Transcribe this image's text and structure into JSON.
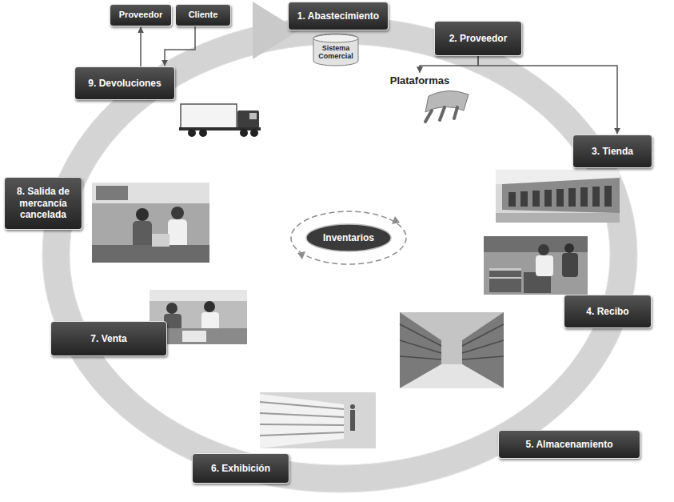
{
  "diagram": {
    "nodes": [
      {
        "text": [
          "Proveedor"
        ]
      },
      {
        "text": [
          "Cliente"
        ]
      },
      {
        "text": [
          "1. Abastecimiento"
        ]
      },
      {
        "text": [
          "Sistema Comercial"
        ]
      },
      {
        "text": [
          "2. Proveedor"
        ]
      },
      {
        "text": [
          "Plataformas"
        ]
      },
      {
        "text": [
          "3. Tienda"
        ]
      },
      {
        "text": [
          "9. Devoluciones"
        ]
      },
      {
        "text": [
          "Inventarios"
        ]
      },
      {
        "text": [
          "8. Salida de mercancía cancelada"
        ]
      },
      {
        "text": [
          "4. Recibo"
        ]
      },
      {
        "text": [
          "5. Almacenamiento"
        ]
      },
      {
        "text": [
          "7. Venta"
        ]
      },
      {
        "text": [
          "6. Exhibición"
        ]
      }
    ],
    "edges": [
      {
        "from": 7,
        "to": 0,
        "arrow": "to"
      },
      {
        "from": 1,
        "to": 7,
        "arrow": "to"
      },
      {
        "from": 4,
        "to": 5,
        "arrow": "to"
      },
      {
        "from": 4,
        "to": 6,
        "arrow": "to"
      }
    ]
  }
}
